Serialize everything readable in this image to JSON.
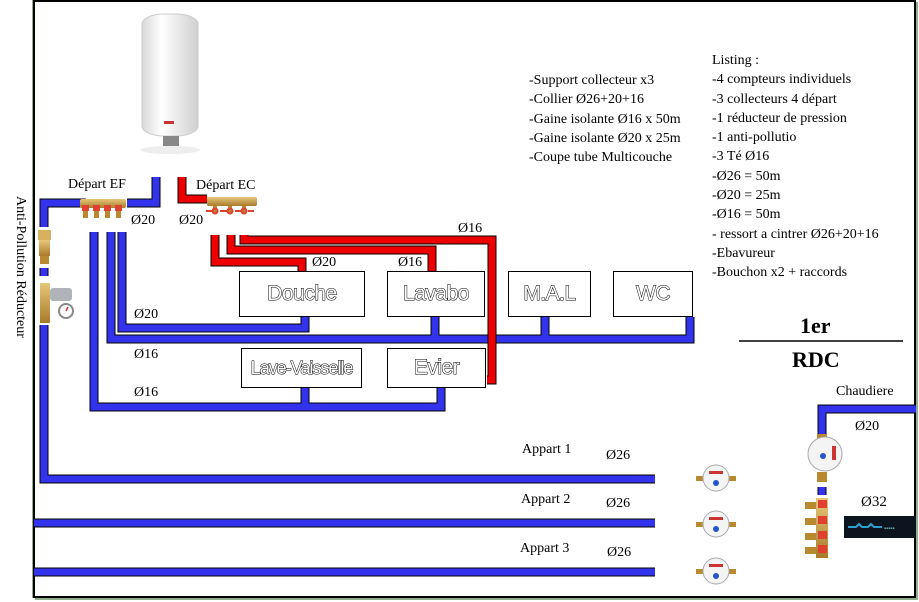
{
  "supplies_list": [
    "-Support collecteur x3",
    "-Collier Ø26+20+16",
    "-Gaine isolante Ø16 x 50m",
    "-Gaine isolante Ø20 x 25m",
    "-Coupe tube Multicouche"
  ],
  "listing": {
    "title": "Listing :",
    "items": [
      "-4 compteurs individuels",
      "-3 collecteurs 4 départ",
      "-1 réducteur de pression",
      "-1 anti-pollutio",
      "-3 Té Ø16",
      "-Ø26 = 50m",
      "-Ø20 = 25m",
      "-Ø16 = 50m",
      "- ressort a cintrer Ø26+20+16",
      "-Ebavureur",
      "-Bouchon x2 + raccords"
    ]
  },
  "labels": {
    "depart_ef": "Départ EF",
    "depart_ec": "Départ EC",
    "vertical": "Anti-Pollution  Réducteur",
    "chaudiere": "Chaudiere",
    "floor_upper": "1er",
    "floor_lower": "RDC"
  },
  "diameters": {
    "ef_out": "Ø20",
    "ec_in": "Ø20",
    "ec_douche": "Ø20",
    "ec_lavabo": "Ø16",
    "ec_evier": "Ø16",
    "ef_douche": "Ø20",
    "ef_lavevaisselle": "Ø16",
    "ef_evier": "Ø16",
    "appart1": "Ø26",
    "appart2": "Ø26",
    "appart3": "Ø26",
    "chaudiere": "Ø20",
    "main": "Ø32"
  },
  "rooms": {
    "douche": "Douche",
    "lavabo": "Lavabo",
    "mal": "M.A.L",
    "wc": "WC",
    "lave_vaisselle": "Lave-Vaisselle",
    "evier": "Evier"
  },
  "apartments": [
    "Appart 1",
    "Appart 2",
    "Appart 3"
  ],
  "colors": {
    "cold_pipe": "#3333ee",
    "hot_pipe": "#ee0000",
    "frame_shadow": "#8fb08a",
    "brass": "#c9a24a"
  }
}
